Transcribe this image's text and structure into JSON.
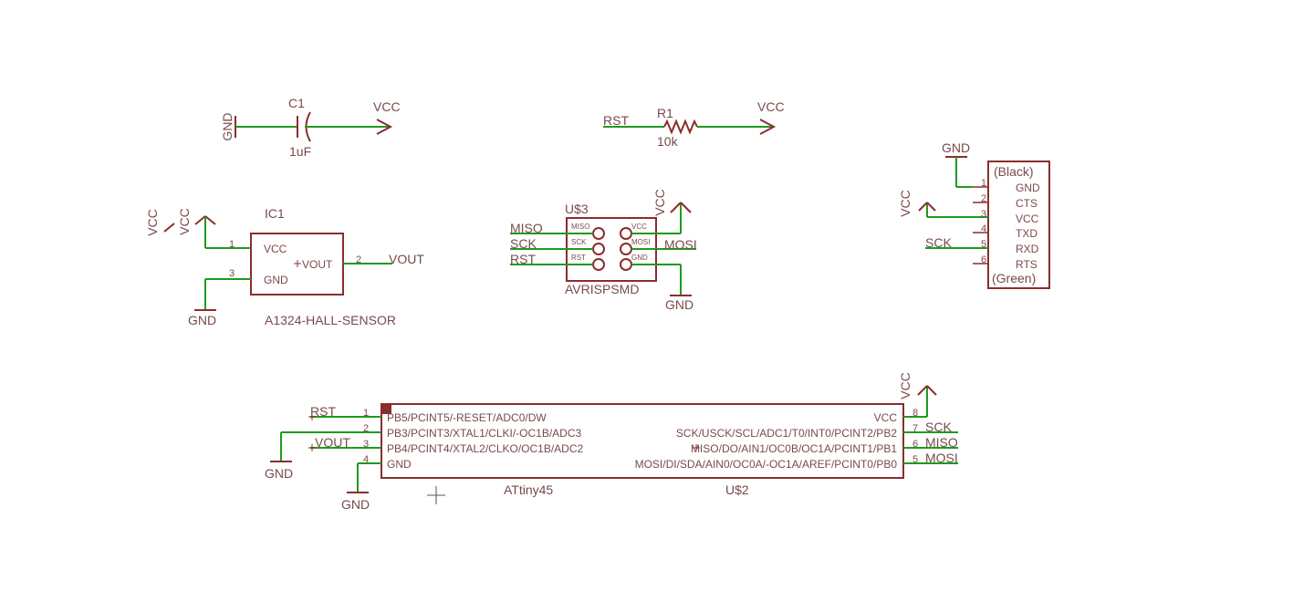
{
  "colors": {
    "wire": "#1f9a1f",
    "part": "#8b2d2d",
    "text": "#7a4a4a",
    "background": "#ffffff"
  },
  "cap": {
    "name": "C1",
    "value": "1uF",
    "gnd": "GND",
    "vcc": "VCC"
  },
  "res": {
    "name": "R1",
    "value": "10k",
    "rst": "RST",
    "vcc": "VCC"
  },
  "ic1": {
    "name": "IC1",
    "device": "A1324-HALL-SENSOR",
    "vcc1": "VCC",
    "vcc2": "VCC",
    "gnd": "GND",
    "pin1": "1",
    "pin2": "2",
    "pin3": "3",
    "pin_vcc": "VCC",
    "pin_gnd": "GND",
    "pin_vout": "VOUT",
    "net_vout": "VOUT"
  },
  "isp": {
    "name": "U$3",
    "device": "AVRISPSMD",
    "miso": "MISO",
    "sck": "SCK",
    "rst": "RST",
    "mosi": "MOSI",
    "vcc": "VCC",
    "gnd": "GND",
    "pin_miso": "MISO",
    "pin_sck": "SCK",
    "pin_rst": "RST",
    "pin_vcc": "VCC",
    "pin_mosi": "MOSI",
    "pin_gnd": "GND"
  },
  "ftdi": {
    "gnd": "GND",
    "vcc": "VCC",
    "sck": "SCK",
    "top_label": "(Black)",
    "bottom_label": "(Green)",
    "pins": [
      {
        "num": "1",
        "name": "GND"
      },
      {
        "num": "2",
        "name": "CTS"
      },
      {
        "num": "3",
        "name": "VCC"
      },
      {
        "num": "4",
        "name": "TXD"
      },
      {
        "num": "5",
        "name": "RXD"
      },
      {
        "num": "6",
        "name": "RTS"
      }
    ]
  },
  "mcu": {
    "device": "ATtiny45",
    "name": "U$2",
    "rst": "RST",
    "vout": "VOUT",
    "gnd1": "GND",
    "gnd2": "GND",
    "vcc": "VCC",
    "sck": "SCK",
    "miso": "MISO",
    "mosi": "MOSI",
    "left_pins": [
      {
        "num": "1",
        "name": "PB5/PCINT5/-RESET/ADC0/DW"
      },
      {
        "num": "2",
        "name": "PB3/PCINT3/XTAL1/CLKI/-OC1B/ADC3"
      },
      {
        "num": "3",
        "name": "PB4/PCINT4/XTAL2/CLKO/OC1B/ADC2"
      },
      {
        "num": "4",
        "name": "GND"
      }
    ],
    "right_pins": [
      {
        "num": "8",
        "name": "VCC"
      },
      {
        "num": "7",
        "name": "SCK/USCK/SCL/ADC1/T0/INT0/PCINT2/PB2"
      },
      {
        "num": "6",
        "name": "MISO/DO/AIN1/OC0B/OC1A/PCINT1/PB1"
      },
      {
        "num": "5",
        "name": "MOSI/DI/SDA/AIN0/OC0A/-OC1A/AREF/PCINT0/PB0"
      }
    ]
  }
}
